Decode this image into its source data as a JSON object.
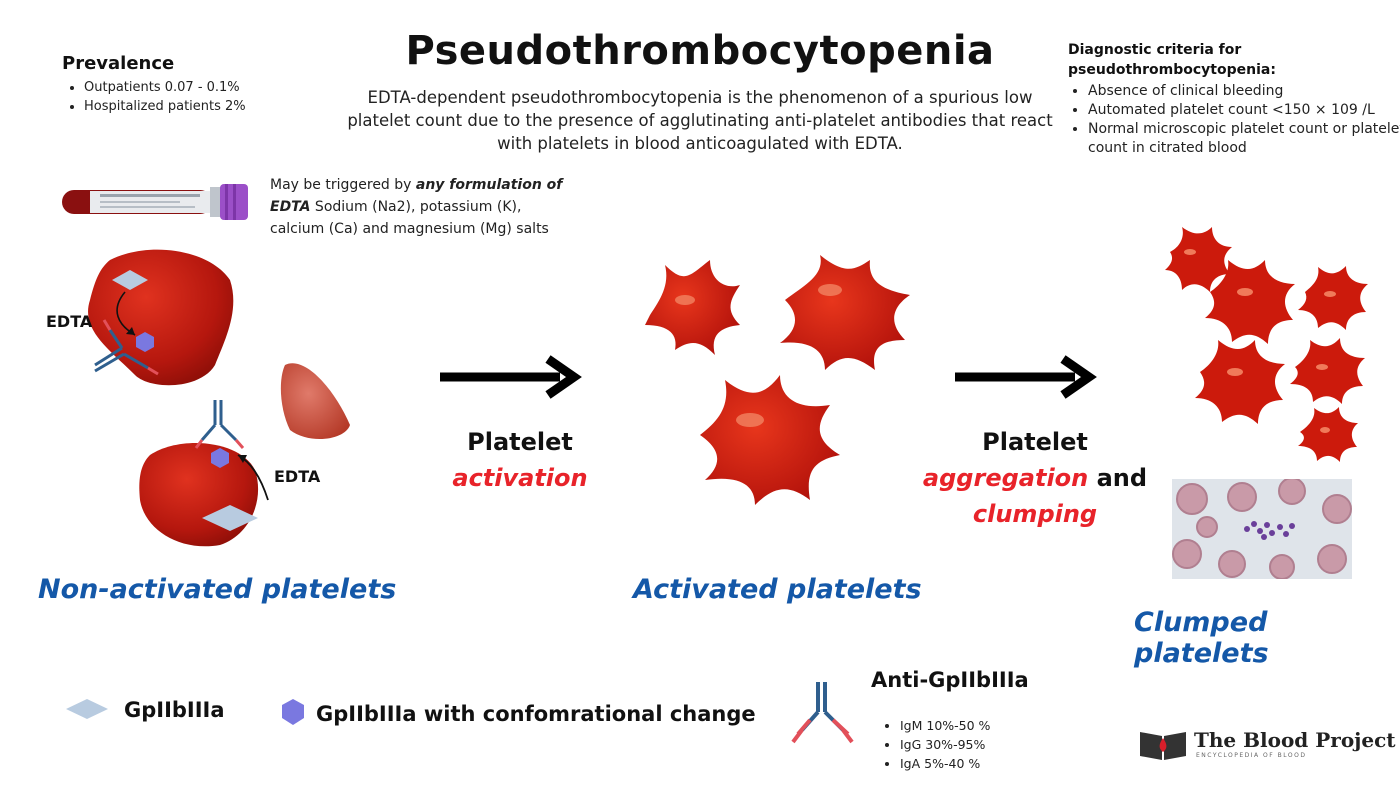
{
  "title": "Pseudothrombocytopenia",
  "intro": "EDTA-dependent pseudothrombocytopenia is the phenomenon of a spurious low platelet count due to the presence of agglutinating anti-platelet antibodies that react with platelets in blood anticoagulated with EDTA.",
  "prevalence": {
    "heading": "Prevalence",
    "items": [
      "Outpatients 0.07 - 0.1%",
      "Hospitalized patients 2%"
    ]
  },
  "diagnostic": {
    "heading": "Diagnostic criteria for pseudothrombocytopenia:",
    "items": [
      "Absence of clinical bleeding",
      "Automated platelet count <150 × 109 /L",
      "Normal microscopic platelet count or platelet count in citrated blood"
    ]
  },
  "trigger": {
    "prefix": "May be triggered by ",
    "emphasis": "any formulation of EDTA",
    "suffix": " Sodium (Na2), potassium (K), calcium (Ca) and magnesium (Mg) salts"
  },
  "edta_label_1": "EDTA",
  "edta_label_2": "EDTA",
  "step1": {
    "line1": "Platelet",
    "line2": "activation"
  },
  "step2": {
    "line1": "Platelet",
    "red1": "aggregation",
    "and": " and",
    "red2": "clumping"
  },
  "captions": {
    "non_activated": "Non-activated platelets",
    "activated": "Activated platelets",
    "clumped": "Clumped platelets"
  },
  "legend": {
    "gp": "GpIIbIIIa",
    "gp_changed": "GpIIbIIIa with confomrational change"
  },
  "antibody": {
    "heading": "Anti-GpIIbIIIa",
    "items": [
      "IgM 10%-50 %",
      "IgG 30%-95%",
      "IgA 5%-40 %"
    ]
  },
  "logo": {
    "name": "The Blood Project",
    "tagline": "ENCYCLOPEDIA OF BLOOD"
  },
  "colors": {
    "accent_red": "#e8232a",
    "caption_blue": "#1458a8",
    "platelet_red": "#c4120b",
    "gp_diamond": "#b8cbe0",
    "gp_hexagon": "#7a78e0"
  }
}
